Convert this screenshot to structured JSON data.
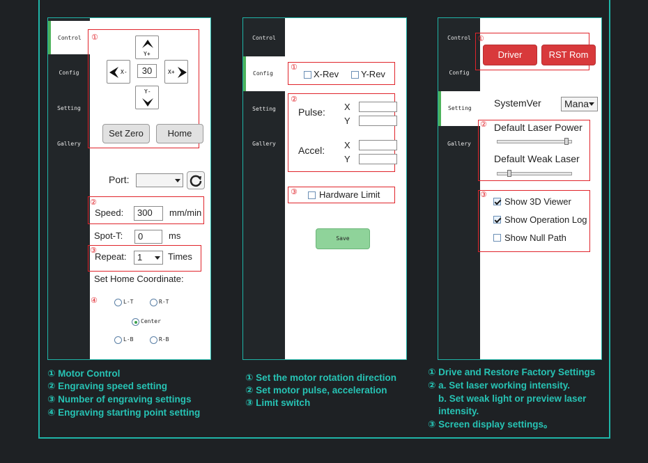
{
  "panel1": {
    "tabs": [
      "Control",
      "Config",
      "Setting",
      "Gallery"
    ],
    "badges": [
      "①",
      "②",
      "③",
      "④"
    ],
    "jog": {
      "y_plus": "Y+",
      "y_minus": "Y-",
      "x_minus": "X-",
      "x_plus": "X+",
      "step": "30"
    },
    "set_zero": "Set Zero",
    "home": "Home",
    "port_label": "Port:",
    "port_value": "",
    "speed_label": "Speed:",
    "speed_value": "300",
    "speed_unit": "mm/min",
    "spot_label": "Spot-T:",
    "spot_value": "0",
    "spot_unit": "ms",
    "repeat_label": "Repeat:",
    "repeat_value": "1",
    "repeat_unit": "Times",
    "home_coord_label": "Set Home Coordinate:",
    "radios": {
      "lt": "L-T",
      "rt": "R-T",
      "center": "Center",
      "lb": "L-B",
      "rb": "R-B"
    },
    "caption": [
      "① Motor Control",
      "② Engraving speed setting",
      "③ Number of engraving settings",
      "④ Engraving starting point setting"
    ]
  },
  "panel2": {
    "tabs": [
      "Control",
      "Config",
      "Setting",
      "Gallery"
    ],
    "badges": [
      "①",
      "②",
      "③"
    ],
    "x_rev": "X-Rev",
    "y_rev": "Y-Rev",
    "pulse_label": "Pulse:",
    "accel_label": "Accel:",
    "axis_x": "X",
    "axis_y": "Y",
    "pulse_x": "",
    "pulse_y": "",
    "accel_x": "",
    "accel_y": "",
    "hardware_limit": "Hardware Limit",
    "save": "Save",
    "caption": [
      "① Set the motor rotation direction",
      "② Set motor pulse, acceleration",
      "③ Limit switch"
    ]
  },
  "panel3": {
    "tabs": [
      "Control",
      "Config",
      "Setting",
      "Gallery"
    ],
    "badges": [
      "①",
      "②",
      "③"
    ],
    "driver": "Driver",
    "rst_rom": "RST Rom",
    "system_ver": "SystemVer",
    "system_ver_value": "Mana",
    "laser_power": "Default Laser Power",
    "laser_power_level": 0.95,
    "weak_laser": "Default Weak Laser",
    "weak_laser_level": 0.15,
    "show_3d": "Show 3D Viewer",
    "show_log": "Show Operation Log",
    "show_null": "Show Null Path",
    "caption": [
      "① Drive and Restore Factory Settings",
      "② a. Set laser working intensity.",
      "    b. Set weak light or preview laser",
      "    intensity.",
      "③ Screen display settings。"
    ]
  },
  "colors": {
    "accent": "#1fb5a8",
    "caption": "#27c3b4",
    "annotation": "#e0232a",
    "active_tab": "#4cb25b",
    "driver_button": "#d8393b"
  }
}
